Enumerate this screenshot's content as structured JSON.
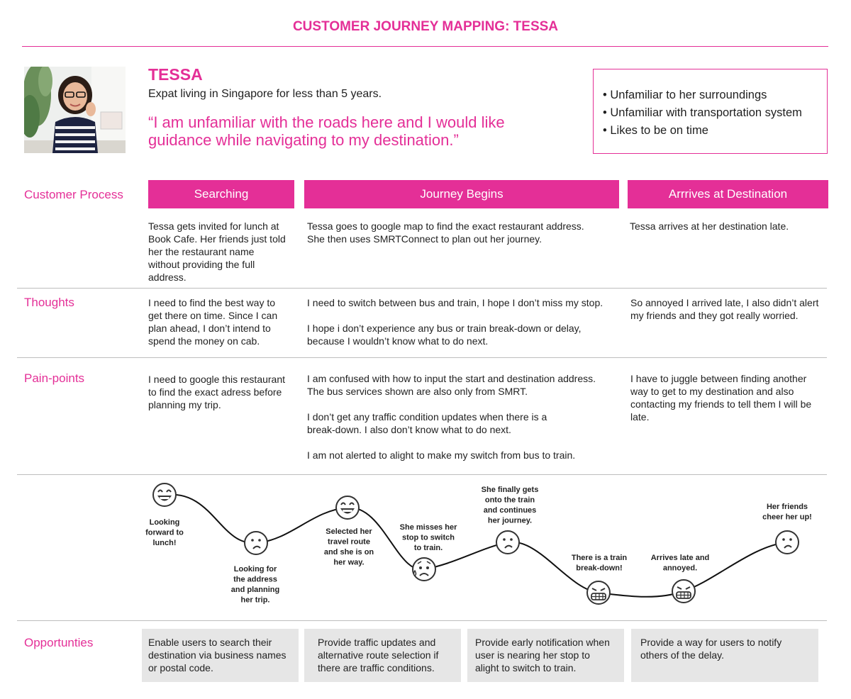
{
  "colors": {
    "accent": "#e42f97",
    "divider": "#bdbdbd",
    "box_bg": "#e6e6e6",
    "text": "#222222"
  },
  "page_title": "CUSTOMER JOURNEY MAPPING: TESSA",
  "persona": {
    "photo_icon": "person-photo-icon",
    "name": "TESSA",
    "description": "Expat living in Singapore for less than 5 years.",
    "quote_line1": "“I am unfamiliar with the roads here and I would like",
    "quote_line2": "guidance while navigating to my destination.”",
    "traits": [
      "Unfamiliar to her surroundings",
      "Unfamiliar with transportation system",
      "Likes to be on time"
    ]
  },
  "row_labels": {
    "process": "Customer Process",
    "thoughts": "Thoughts",
    "pain_points": "Pain-points",
    "opportunities": "Opportunties"
  },
  "stages": [
    {
      "label": "Searching"
    },
    {
      "label": "Journey Begins"
    },
    {
      "label": "Arrrives at Destination"
    }
  ],
  "process": [
    [
      "Tessa gets invited for lunch at",
      "Book Cafe. Her friends just told",
      "her the restaurant name",
      "without providing the full",
      "address."
    ],
    [
      "Tessa goes to google map to find the exact restaurant address.",
      "She then uses SMRTConnect to plan out her journey."
    ],
    [
      "Tessa arrives at her destination late."
    ]
  ],
  "thoughts": [
    [
      "I need to find the best way to",
      "get there on time. Since I can",
      "plan ahead, I don’t intend to",
      "spend the money on cab."
    ],
    [
      "I need to switch between bus and train, I hope I don’t miss my stop.",
      "",
      "I hope i don’t experience any bus or train break-down or delay,",
      "because I wouldn’t know what to do next."
    ],
    [
      "So annoyed I arrived late, I also didn’t alert",
      "my friends and they got really worried."
    ]
  ],
  "pain_points": [
    [
      "I need to google this restaurant",
      "to find the exact adress before",
      "planning my trip."
    ],
    [
      "I am confused with how to input the start and destination address.",
      "The bus services shown are also only from SMRT.",
      "",
      "I don’t get any traffic condition updates when there is a",
      "break-down. I also don’t know what to do next.",
      "",
      "I am not alerted to alight to make my switch from bus to train."
    ],
    [
      "I have to juggle between finding another",
      "way to get to my destination and also",
      "contacting my friends to tell them I will be",
      "late."
    ]
  ],
  "emotions": [
    {
      "mood": "happy",
      "icon": "laughing-face-icon",
      "caption": [
        "Looking",
        "forward to",
        "lunch!"
      ]
    },
    {
      "mood": "sad",
      "icon": "sad-face-icon",
      "caption": [
        "Looking for",
        "the address",
        "and planning",
        "her trip."
      ]
    },
    {
      "mood": "happy",
      "icon": "laughing-face-icon",
      "caption": [
        "Selected her",
        "travel route",
        "and she is on",
        "her way."
      ]
    },
    {
      "mood": "worried",
      "icon": "worried-face-icon",
      "caption": [
        "She misses her",
        "stop to switch",
        "to train."
      ]
    },
    {
      "mood": "sad",
      "icon": "sad-face-icon",
      "caption": [
        "She finally gets",
        "onto the train",
        "and continues",
        "her journey."
      ]
    },
    {
      "mood": "grimace",
      "icon": "grimacing-face-icon",
      "caption": [
        "There is a train",
        "break-down!"
      ]
    },
    {
      "mood": "grimace",
      "icon": "grimacing-face-icon",
      "caption": [
        "Arrives late and",
        "annoyed."
      ]
    },
    {
      "mood": "sad",
      "icon": "sad-face-icon",
      "caption": [
        "Her friends",
        "cheer her up!"
      ]
    }
  ],
  "opportunities": [
    [
      "Enable users to search their",
      "destination via business names",
      "or postal code."
    ],
    [
      "Provide traffic updates and",
      "alternative route selection if",
      "there are traffic conditions."
    ],
    [
      "Provide early notification when",
      "user is nearing her stop to",
      "alight to switch to train."
    ],
    [
      "Provide a way for users to notify",
      "others of the delay."
    ]
  ]
}
